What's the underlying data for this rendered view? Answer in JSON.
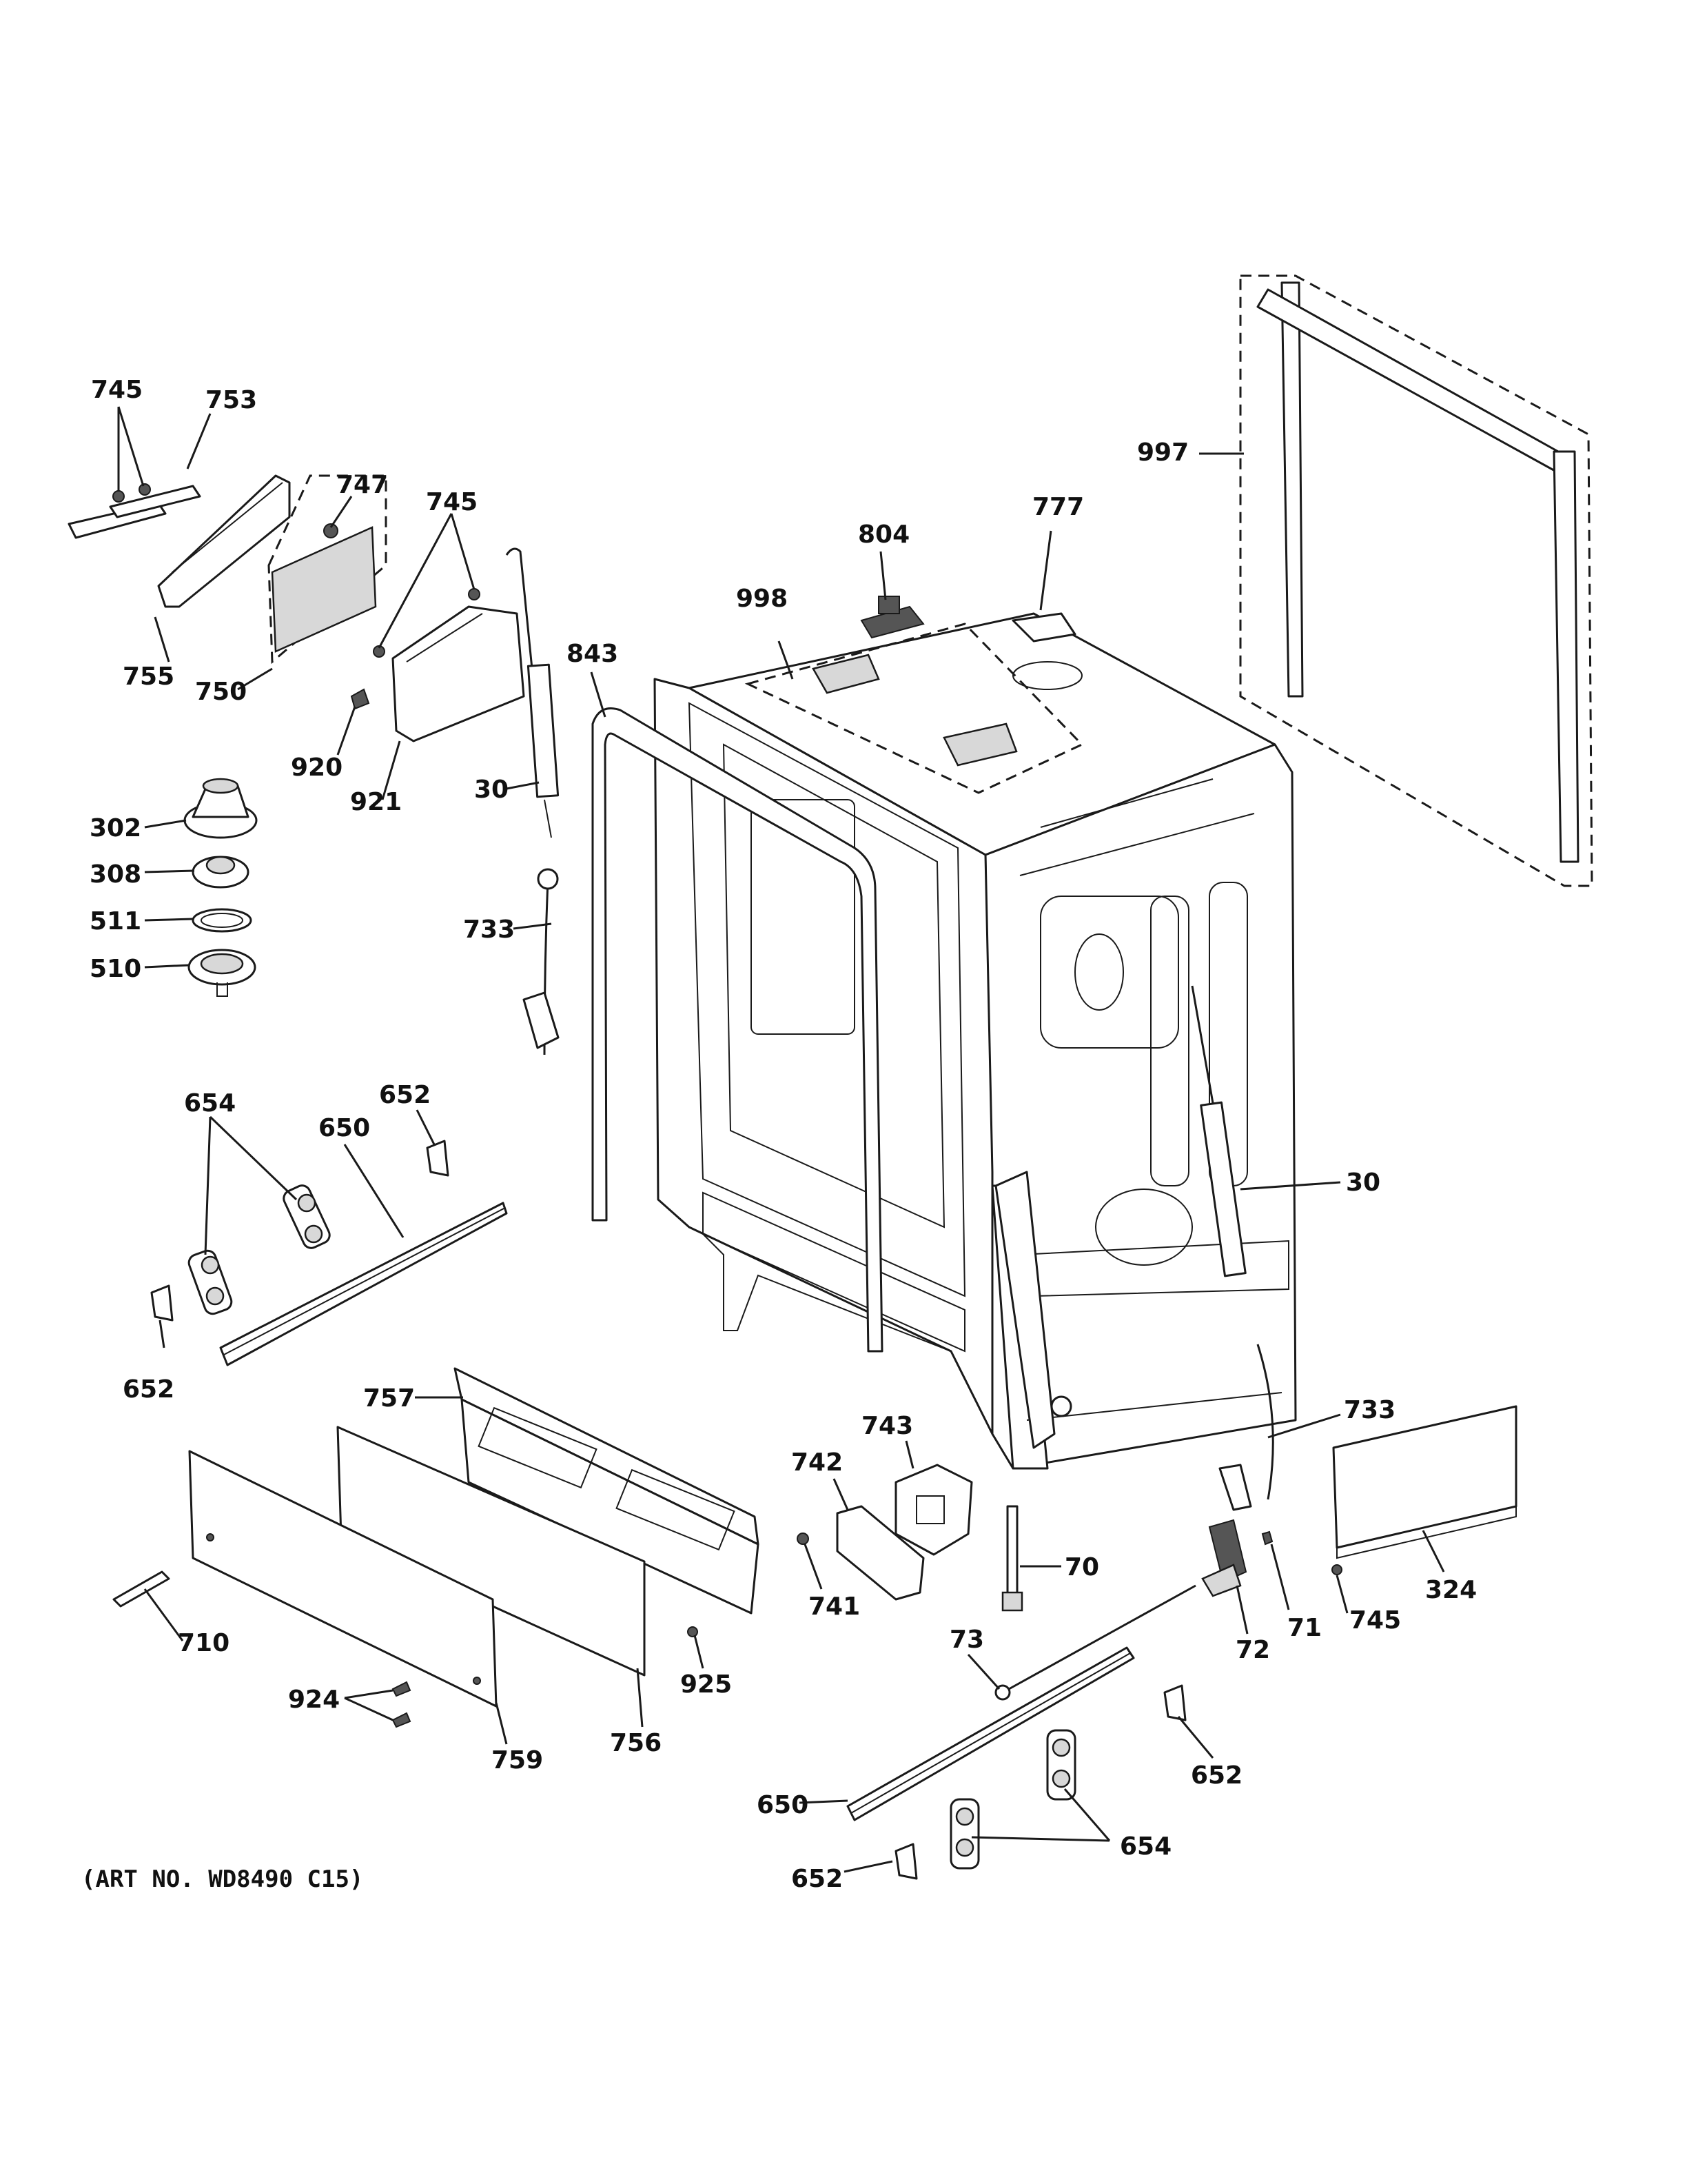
{
  "art_number": "(ART NO. WD8490 C15)",
  "callouts": {
    "c745a": "745",
    "c753": "753",
    "c747": "747",
    "c745b": "745",
    "c755": "755",
    "c750": "750",
    "c920": "920",
    "c921": "921",
    "c843": "843",
    "c30a": "30",
    "c998": "998",
    "c804": "804",
    "c777": "777",
    "c997": "997",
    "c302": "302",
    "c308": "308",
    "c511": "511",
    "c510": "510",
    "c733a": "733",
    "c654a": "654",
    "c652a": "652",
    "c650a": "650",
    "c652b": "652",
    "c30b": "30",
    "c757": "757",
    "c743": "743",
    "c742": "742",
    "c733b": "733",
    "c70": "70",
    "c741": "741",
    "c71": "71",
    "c745c": "745",
    "c324": "324",
    "c72": "72",
    "c710": "710",
    "c924": "924",
    "c925": "925",
    "c759": "759",
    "c756": "756",
    "c73": "73",
    "c652c": "652",
    "c650b": "650",
    "c654b": "654",
    "c652d": "652"
  }
}
